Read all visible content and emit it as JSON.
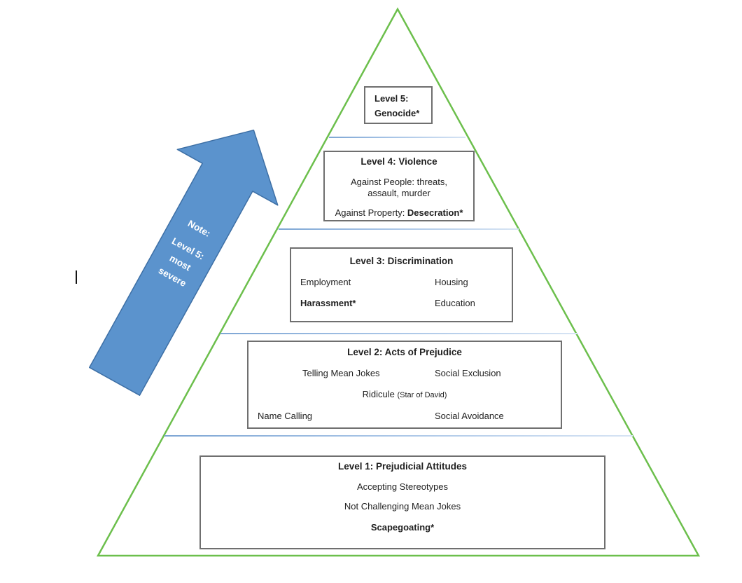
{
  "colors": {
    "triangle_green": "#6cbf4c",
    "arrow_fill": "#5b93cd",
    "arrow_border": "#3d6fa5",
    "divider_blue": "#a7c4e6",
    "box_border": "#6f6f6f"
  },
  "arrow": {
    "lines": [
      "Note:",
      "Level 5:",
      "most",
      "severe"
    ]
  },
  "level5": {
    "line1": "Level 5:",
    "line2": "Genocide*"
  },
  "level4": {
    "header": "Level 4: Violence",
    "line1": "Against People: threats,",
    "line2": "assault, murder",
    "line3_prefix": "Against Property: ",
    "line3_bold": "Desecration*"
  },
  "level3": {
    "header": "Level 3: Discrimination",
    "row1_left": "Employment",
    "row1_right": "Housing",
    "row2_left": "Harassment*",
    "row2_right": "Education"
  },
  "level2": {
    "header": "Level 2: Acts of Prejudice",
    "row1_left": "Telling Mean Jokes",
    "row1_right": "Social Exclusion",
    "row2_center": "Ridicule ",
    "row2_center_small": "(Star of David)",
    "row3_left": "Name Calling",
    "row3_right": "Social Avoidance"
  },
  "level1": {
    "header": "Level 1: Prejudicial Attitudes",
    "line1": "Accepting Stereotypes",
    "line2": "Not Challenging Mean Jokes",
    "line3": "Scapegoating*"
  }
}
